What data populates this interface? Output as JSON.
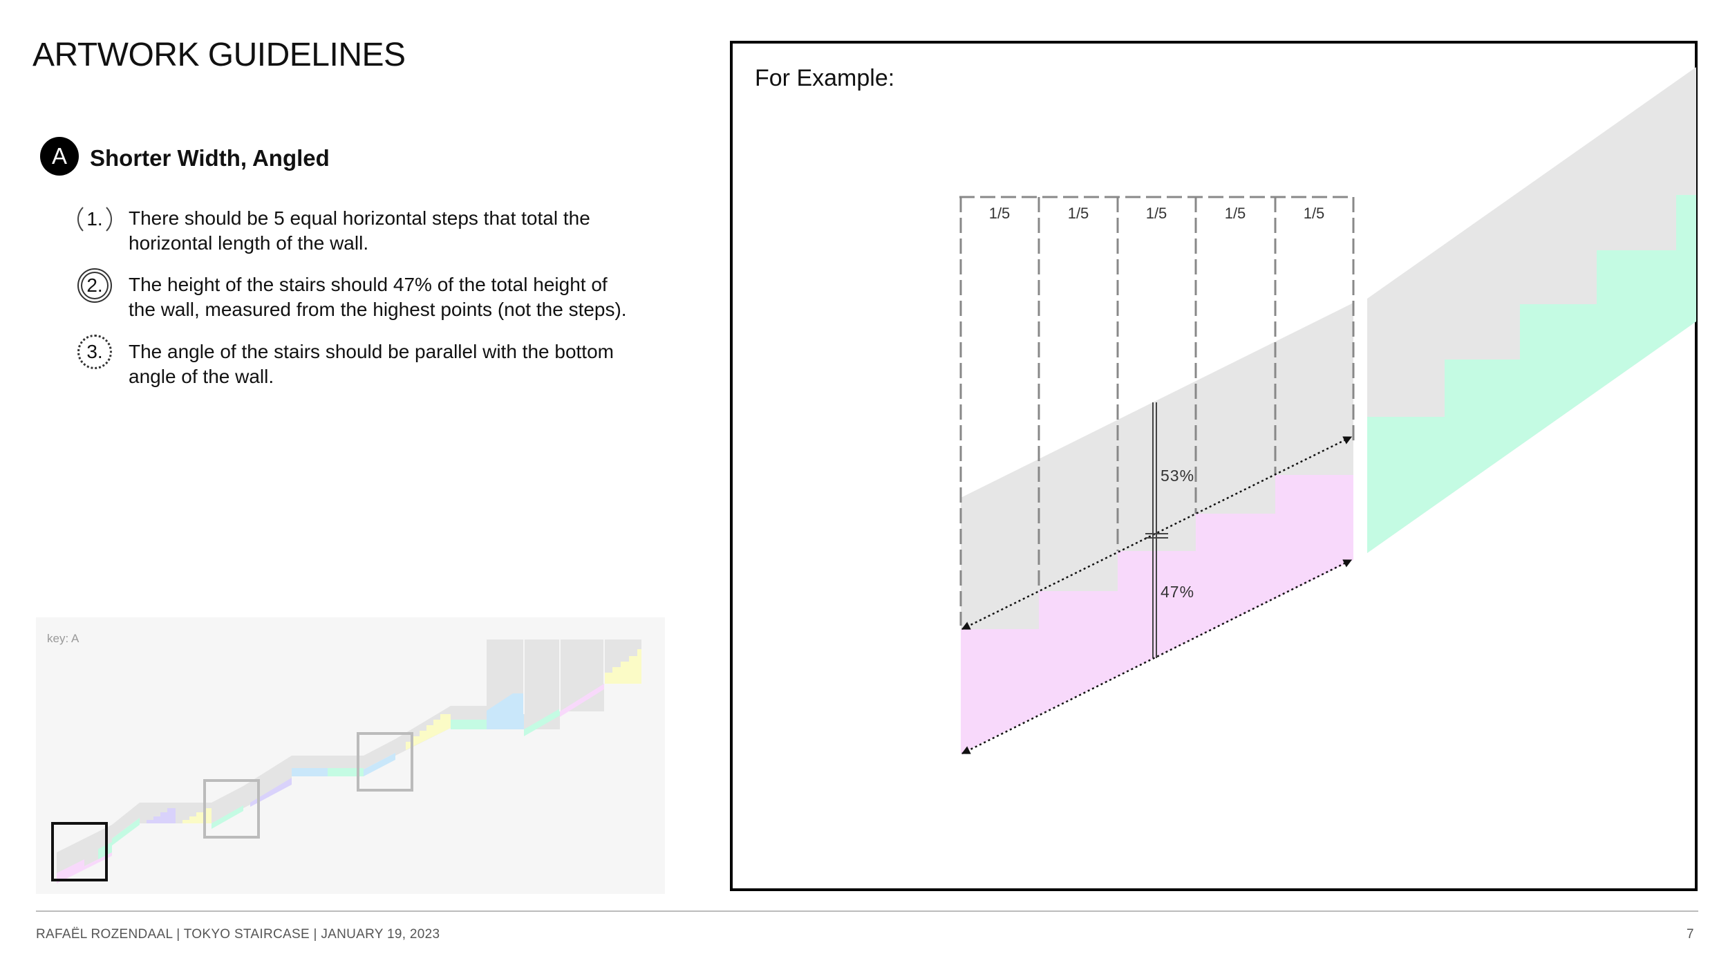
{
  "header": {
    "title": "ARTWORK GUIDELINES"
  },
  "section": {
    "badge": "A",
    "title": "Shorter Width, Angled"
  },
  "rules": [
    {
      "number": "1.",
      "line1": "There should be 5 equal horizontal steps that total the",
      "line2": "horizontal length of the wall."
    },
    {
      "number": "2.",
      "line1": "The height of the stairs should 47% of the total height of",
      "line2": "the wall, measured from the highest points (not the steps)."
    },
    {
      "number": "3.",
      "line1": "The angle of the stairs should be parallel with the bottom",
      "line2": "angle of the wall."
    }
  ],
  "key_panel": {
    "label": "key: A"
  },
  "example": {
    "title": "For Example:",
    "step_labels": [
      "1/5",
      "1/5",
      "1/5",
      "1/5",
      "1/5"
    ],
    "upper_percent": "53%",
    "lower_percent": "47%"
  },
  "footer": {
    "text": "RAFAËL ROZENDAAL  |  TOKYO STAIRCASE  |  JANUARY 19, 2023",
    "page": "7"
  },
  "colors": {
    "wall_gray": "#e6e6e6",
    "stairs_pink": "#f8d9fb",
    "stairs_mint": "#c4fbe3",
    "stairs_blue": "#c9e7fa",
    "stairs_yellow": "#fbfbc6",
    "stairs_purple": "#d9d2fb"
  }
}
